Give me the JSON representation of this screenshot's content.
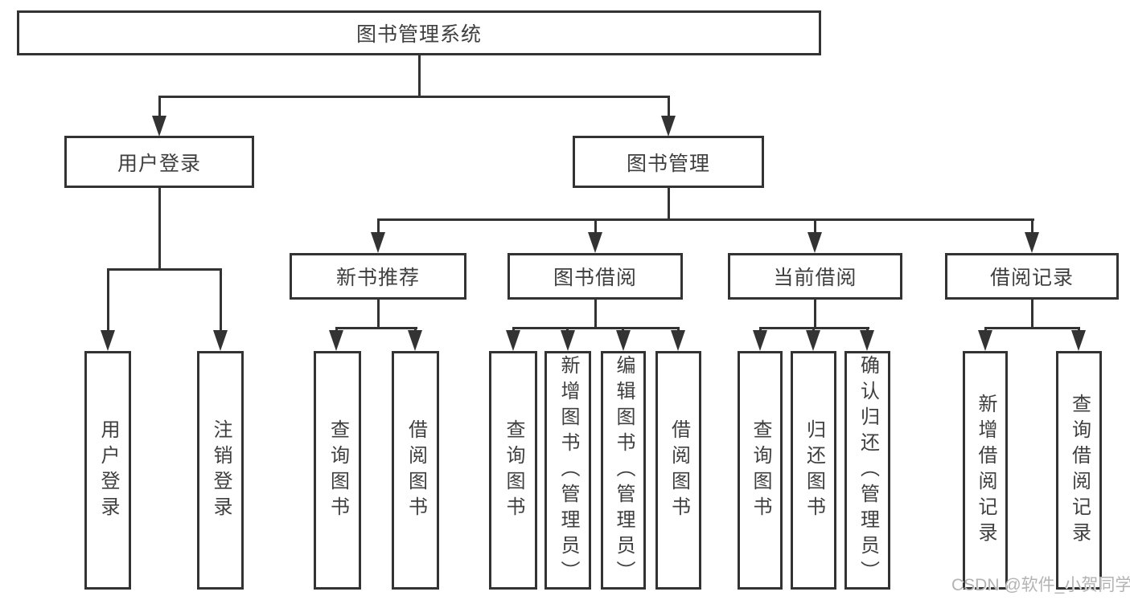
{
  "diagram": {
    "root": {
      "label": "图书管理系统",
      "children": [
        {
          "label": "用户登录",
          "children": [
            {
              "label": "用户登录"
            },
            {
              "label": "注销登录"
            }
          ]
        },
        {
          "label": "图书管理",
          "children": [
            {
              "label": "新书推荐",
              "children": [
                {
                  "label": "查询图书"
                },
                {
                  "label": "借阅图书"
                }
              ]
            },
            {
              "label": "图书借阅",
              "children": [
                {
                  "label": "查询图书"
                },
                {
                  "label": "新增图书（管理员）"
                },
                {
                  "label": "编辑图书（管理员）"
                },
                {
                  "label": "借阅图书"
                }
              ]
            },
            {
              "label": "当前借阅",
              "children": [
                {
                  "label": "查询图书"
                },
                {
                  "label": "归还图书"
                },
                {
                  "label": "确认归还（管理员）"
                }
              ]
            },
            {
              "label": "借阅记录",
              "children": [
                {
                  "label": "新增借阅记录"
                },
                {
                  "label": "查询借阅记录"
                }
              ]
            }
          ]
        }
      ]
    }
  },
  "watermark": {
    "text": "CSDN @软件_小贺同学"
  },
  "colors": {
    "line": "#333333",
    "text": "#3f3f3f",
    "box_background": "#ffffff",
    "page_background": "#ffffff",
    "watermark": "#b3b3b3"
  }
}
